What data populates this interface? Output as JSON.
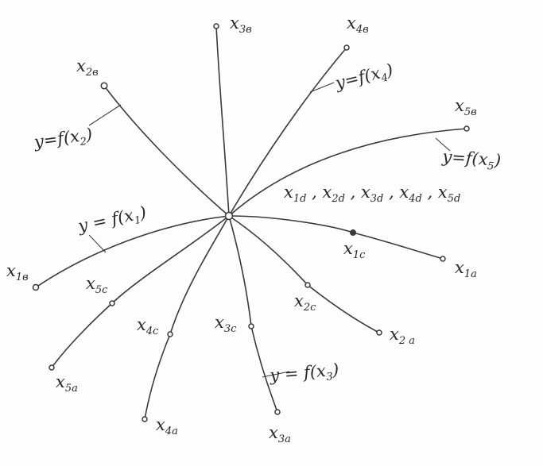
{
  "center_node": "",
  "labels": {
    "x1b": {
      "base": "x",
      "sub": "1в"
    },
    "x2b": {
      "base": "x",
      "sub": "2в"
    },
    "x3b": {
      "base": "x",
      "sub": "3в"
    },
    "x4b": {
      "base": "x",
      "sub": "4в"
    },
    "x5b": {
      "base": "x",
      "sub": "5в"
    },
    "x1a": {
      "base": "x",
      "sub": "1a"
    },
    "x2a": {
      "base": "x",
      "sub": "2 a"
    },
    "x3a": {
      "base": "x",
      "sub": "3a"
    },
    "x4a": {
      "base": "x",
      "sub": "4a"
    },
    "x5a": {
      "base": "x",
      "sub": "5a"
    },
    "x1c": {
      "base": "x",
      "sub": "1c"
    },
    "x2c": {
      "base": "x",
      "sub": "2c"
    },
    "x3c": {
      "base": "x",
      "sub": "3c"
    },
    "x4c": {
      "base": "x",
      "sub": "4c"
    },
    "x5c": {
      "base": "x",
      "sub": "5c"
    }
  },
  "center_label": {
    "parts": [
      {
        "base": "x",
        "sub": "1d"
      },
      {
        "base": "x",
        "sub": "2d"
      },
      {
        "base": "x",
        "sub": "3d"
      },
      {
        "base": "x",
        "sub": "4d"
      },
      {
        "base": "x",
        "sub": "5d"
      }
    ],
    "separator": " , "
  },
  "functions": {
    "f1": {
      "prefix": "y = f(x",
      "sub": "1",
      "suffix": ")"
    },
    "f2": {
      "prefix": "y=f(x",
      "sub": "2",
      "suffix": ")"
    },
    "f3": {
      "prefix": "y = f(x",
      "sub": "3",
      "suffix": ")"
    },
    "f4": {
      "prefix": "y=f(x",
      "sub": "4",
      "suffix": ")"
    },
    "f5": {
      "prefix": "y=f(x",
      "sub": "5",
      "suffix": ")"
    }
  }
}
